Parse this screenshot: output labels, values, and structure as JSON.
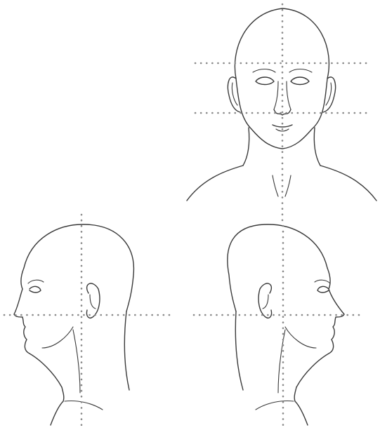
{
  "figure": {
    "views": [
      {
        "name": "front-view",
        "guides": [
          "vertical-centerline",
          "eye-level-line",
          "nose-base-line"
        ]
      },
      {
        "name": "left-profile-view",
        "facing": "left",
        "guides": [
          "vertical-line",
          "horizontal-line"
        ]
      },
      {
        "name": "right-profile-view",
        "facing": "right",
        "guides": [
          "vertical-line",
          "horizontal-line"
        ]
      }
    ],
    "colors": {
      "stroke": "#3a3a3a",
      "guide": "#8a8a8a",
      "background": "#ffffff"
    }
  }
}
